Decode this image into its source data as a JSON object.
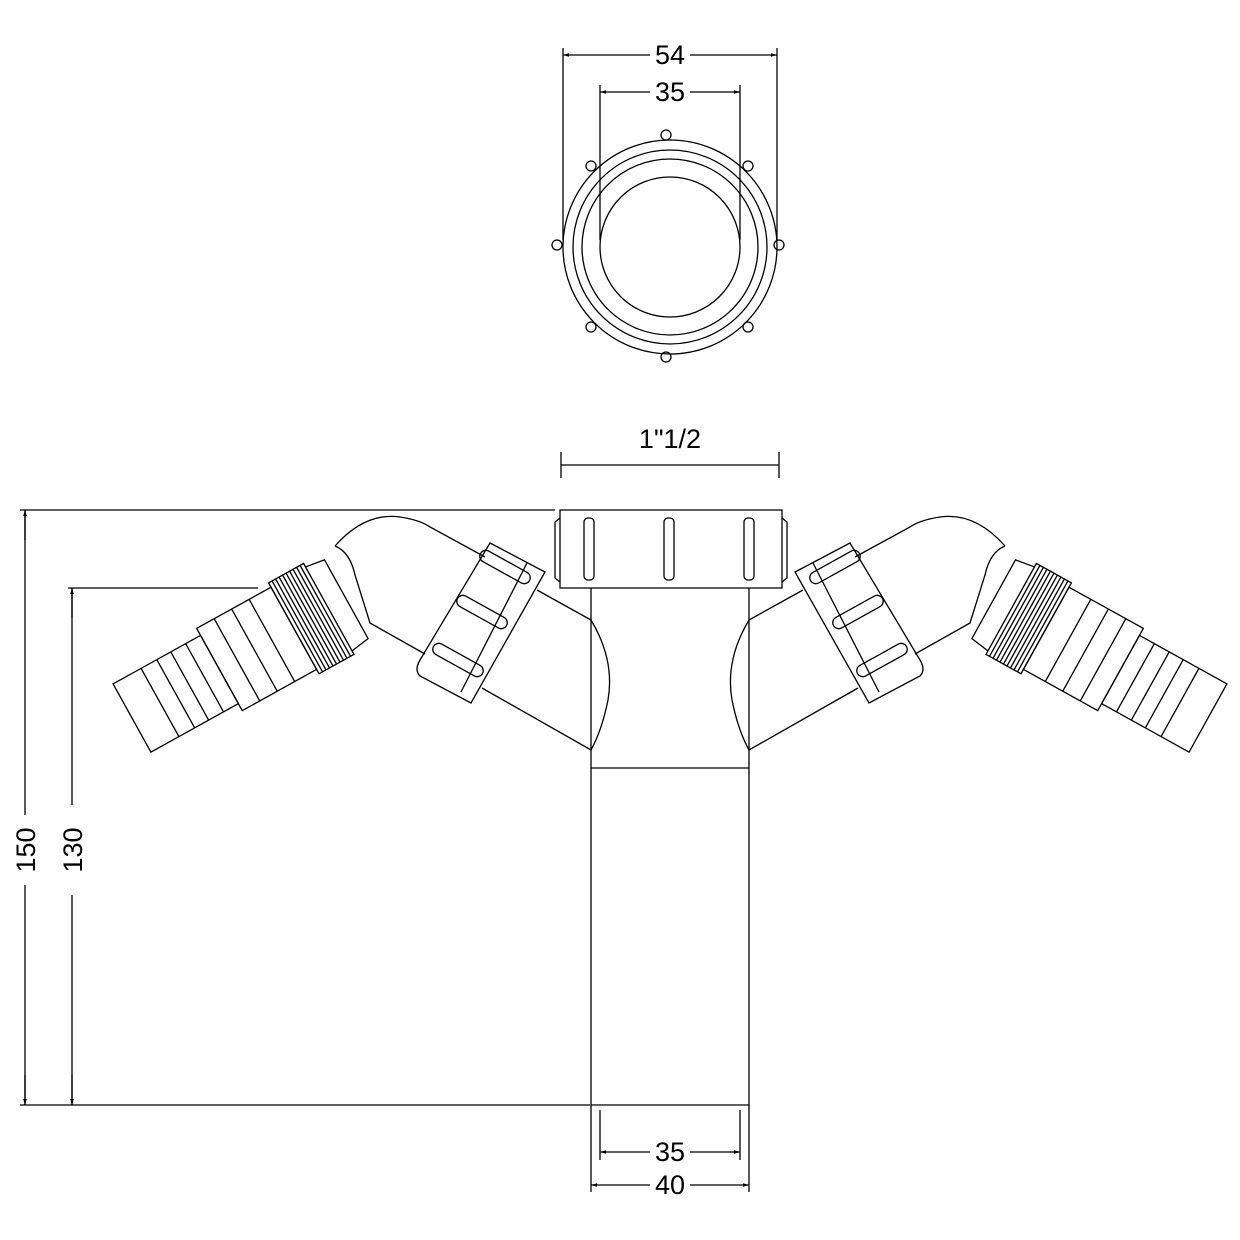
{
  "top_view": {
    "outer_dim": "54",
    "inner_dim": "35"
  },
  "side_view": {
    "thread_label": "1\"1/2",
    "height_total": "150",
    "height_inlet": "130"
  },
  "outlet": {
    "inner_dim": "35",
    "outer_dim": "40"
  },
  "colors": {
    "line": "#000000",
    "background": "#ffffff"
  }
}
